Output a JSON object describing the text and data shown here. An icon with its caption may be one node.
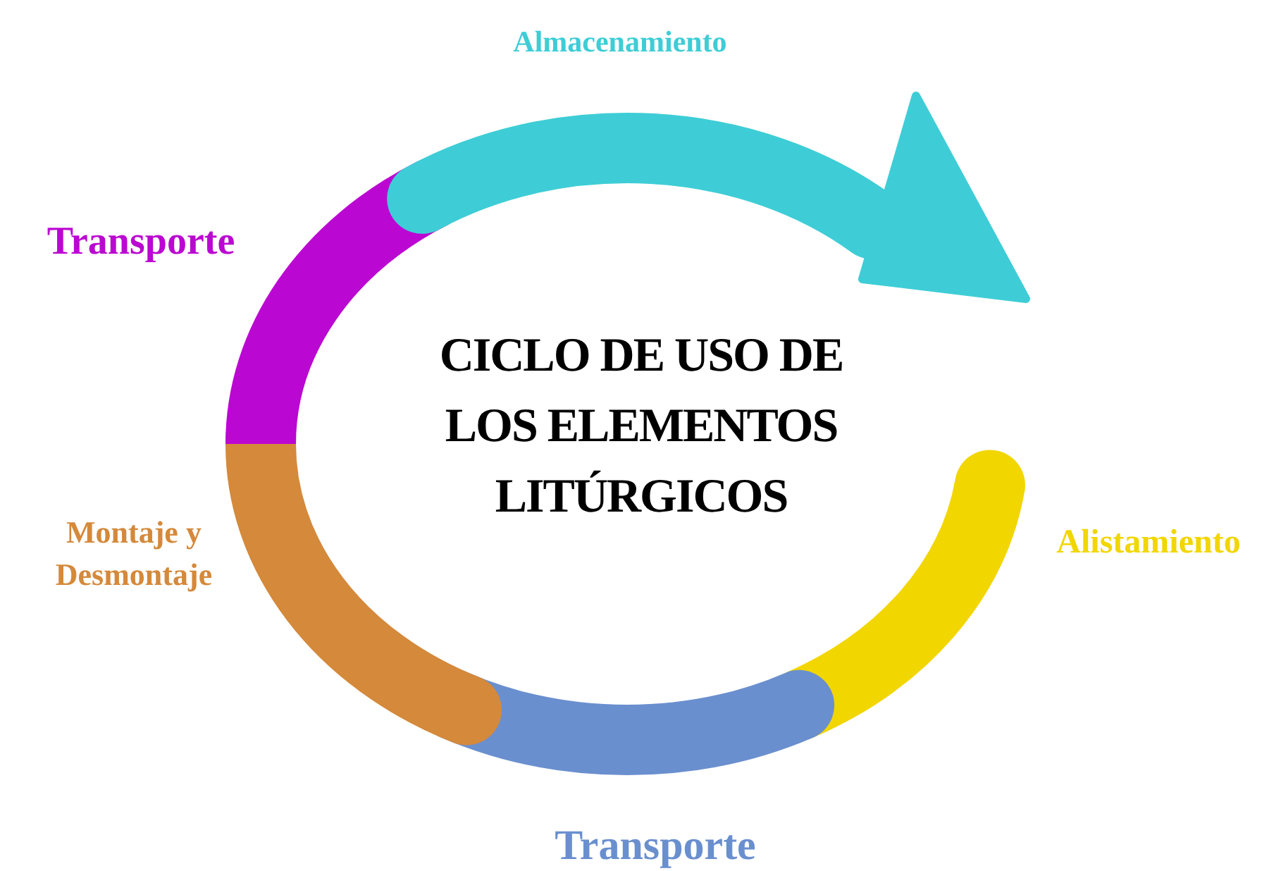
{
  "diagram": {
    "title": "CICLO DE USO DE LOS ELEMENTOS LITÚRGICOS",
    "nodes": [
      {
        "text": [],
        "shape": "band",
        "beside": [
          "Alistamiento"
        ]
      },
      {
        "text": [],
        "shape": "band",
        "beside": [
          "Transporte"
        ]
      },
      {
        "text": [],
        "shape": "band",
        "beside": [
          "Montaje y Desmontaje"
        ]
      },
      {
        "text": [],
        "shape": "band",
        "beside": [
          "Transporte"
        ]
      },
      {
        "text": [],
        "shape": "arrow",
        "beside": [
          "Almacenamiento"
        ]
      }
    ]
  }
}
